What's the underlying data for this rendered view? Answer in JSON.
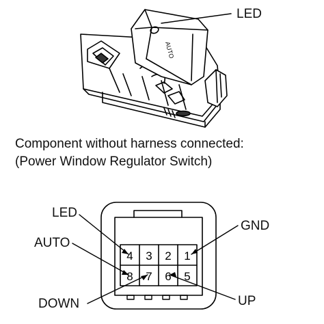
{
  "switch_illustration": {
    "led_callout": "LED",
    "button_marking": "AUTO"
  },
  "caption": {
    "line1": "Component without harness connected:",
    "line2": "(Power Window Regulator Switch)"
  },
  "connector": {
    "pins_top": [
      "4",
      "3",
      "2",
      "1"
    ],
    "pins_bottom": [
      "8",
      "7",
      "6",
      "5"
    ],
    "labels": {
      "led": "LED",
      "auto": "AUTO",
      "gnd": "GND",
      "down": "DOWN",
      "up": "UP"
    }
  }
}
